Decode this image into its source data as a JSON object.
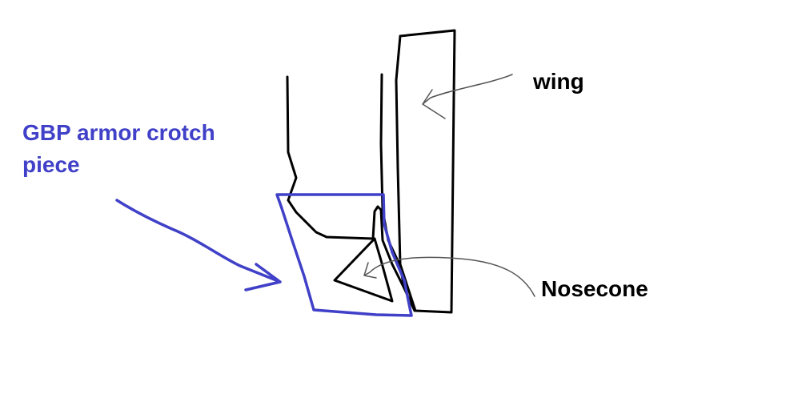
{
  "labels": {
    "gbp_armor_line1": "GBP armor crotch",
    "gbp_armor_line2": "piece",
    "wing": "wing",
    "nosecone": "Nosecone"
  },
  "colors": {
    "background": "#ffffff",
    "ink": "#000000",
    "highlight": "#4040c8",
    "pointer": "#555555"
  }
}
